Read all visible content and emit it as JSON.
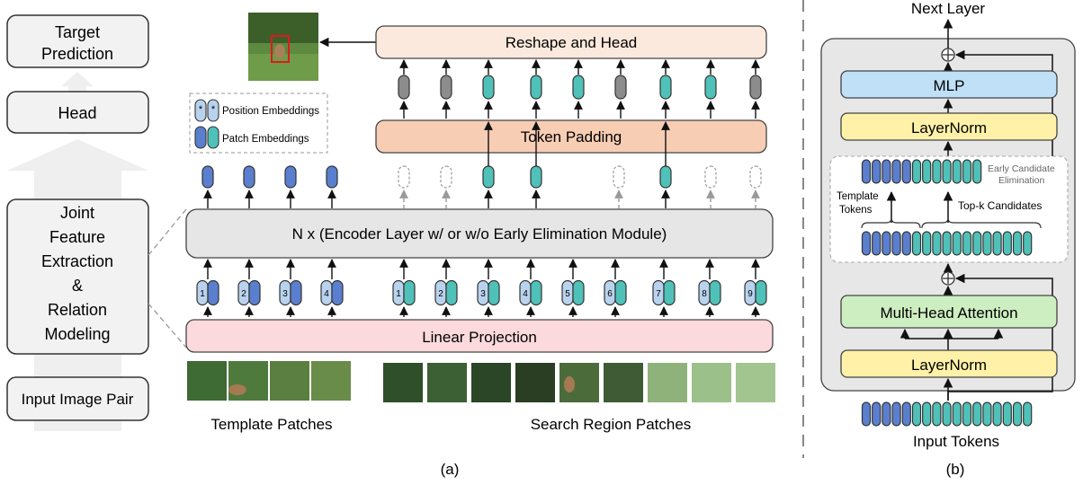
{
  "left_stages": {
    "target_prediction": [
      "Target",
      "Prediction"
    ],
    "head": "Head",
    "joint": [
      "Joint",
      "Feature",
      "Extraction",
      "&",
      "Relation",
      "Modeling"
    ],
    "input_pair": "Input Image Pair"
  },
  "panel_a": {
    "reshape_head": "Reshape and Head",
    "token_padding": "Token Padding",
    "encoder": "N x (Encoder Layer w/ or w/o Early Elimination Module)",
    "linear_projection": "Linear Projection",
    "legend": {
      "position_embeddings": "Position Embeddings",
      "patch_embeddings": "Patch Embeddings",
      "position_symbol": "*"
    },
    "template_indices": [
      "1",
      "2",
      "3",
      "4"
    ],
    "search_indices": [
      "1",
      "2",
      "3",
      "4",
      "5",
      "6",
      "7",
      "8",
      "9"
    ],
    "template_label": "Template Patches",
    "search_label": "Search Region Patches",
    "caption": "(a)"
  },
  "panel_b": {
    "next_layer": "Next Layer",
    "mlp": "MLP",
    "layernorm_top": "LayerNorm",
    "early_candidate": [
      "Early Candidate",
      "Elimination"
    ],
    "template_tokens": [
      "Template",
      "Tokens"
    ],
    "topk": "Top-k Candidates",
    "mha": "Multi-Head Attention",
    "layernorm_bottom": "LayerNorm",
    "input_tokens": "Input Tokens",
    "caption": "(b)"
  },
  "colors": {
    "template_token": "#5b7fcf",
    "search_token": "#4fc1b8",
    "eliminated_token": "#8c8c8c",
    "position_embedding": "#b9d3ee",
    "reshape_fill": "#fbe9dd",
    "padding_fill": "#f7cdb4",
    "encoder_fill": "#e6e6e6",
    "linear_fill": "#fbd9dc",
    "mlp_fill": "#bfe0f6",
    "layernorm_fill": "#fff1a8",
    "mha_fill": "#cdeec1"
  }
}
